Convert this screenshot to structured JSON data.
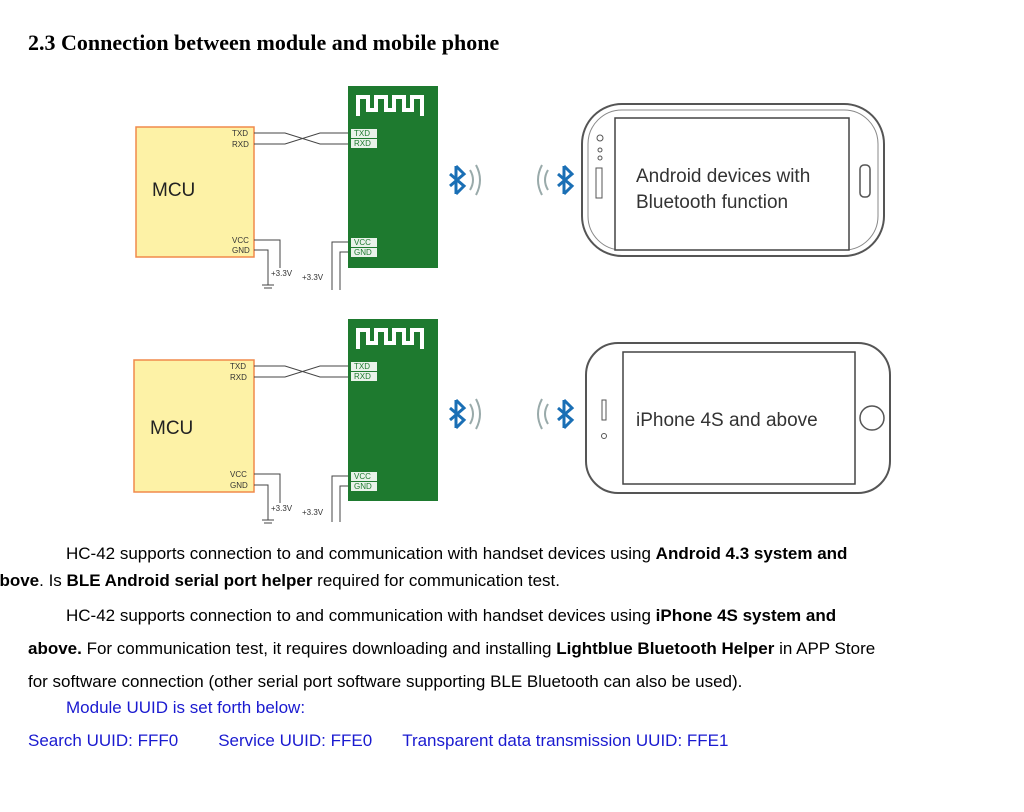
{
  "heading": "2.3 Connection between module and mobile phone",
  "diagram": {
    "mcu_label": "MCU",
    "pin_txd": "TXD",
    "pin_rxd": "RXD",
    "pin_vcc": "VCC",
    "pin_gnd": "GND",
    "voltage": "+3.3V",
    "phone_android": [
      "Android devices with",
      "Bluetooth function"
    ],
    "phone_iphone": "iPhone 4S and above"
  },
  "paragraphs": {
    "p1_a": "HC-42 supports connection to and communication with handset devices using ",
    "p1_b": "Android 4.3 system and",
    "p1_c": "above",
    "p1_d": ". Is ",
    "p1_e": "BLE Android serial port helper",
    "p1_f": " required for communication test.",
    "p2_a": "HC-42 supports connection to and communication with handset devices using ",
    "p2_b": "iPhone 4S system and",
    "p2_c": "above.",
    "p2_d": " For communication test, it requires downloading and installing ",
    "p2_e": "Lightblue Bluetooth Helper",
    "p2_f": " in APP Store",
    "p2_g": "for software connection (other serial port software supporting BLE Bluetooth can also be used).",
    "uuid_intro": "Module UUID is set forth below:",
    "uuid_search": "Search UUID: FFF0",
    "uuid_service": "Service UUID: FFE0",
    "uuid_transparent": "Transparent data transmission UUID: FFE1"
  },
  "colors": {
    "mcu_fill": "#fdf2a6",
    "mcu_border": "#f08a4b",
    "module_green": "#1e7a2f",
    "bt_blue": "#1a6fb5",
    "link_blue": "#1a1ad0"
  }
}
